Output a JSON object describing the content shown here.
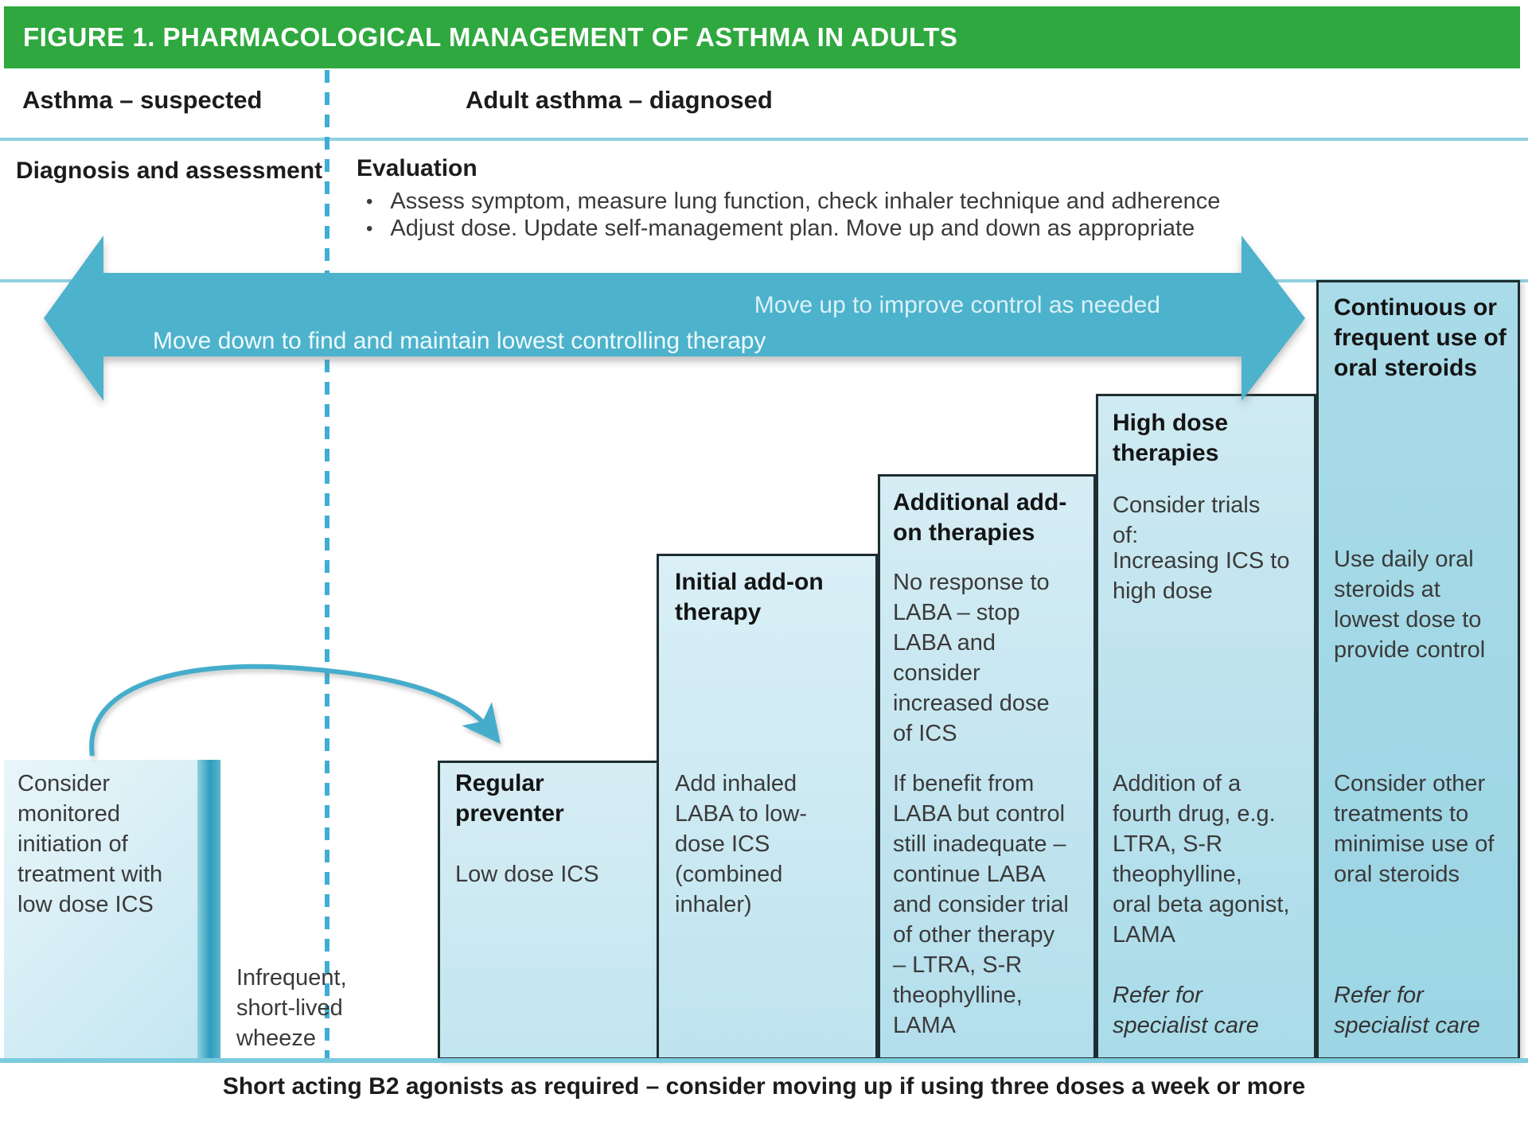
{
  "figure": {
    "title": "FIGURE 1. PHARMACOLOGICAL MANAGEMENT OF ASTHMA IN ADULTS"
  },
  "header": {
    "left": "Asthma – suspected",
    "right": "Adult asthma – diagnosed"
  },
  "evaluation": {
    "left_label": "Diagnosis and assessment",
    "right_label": "Evaluation",
    "bullet_char": "•",
    "bullets": [
      "Assess symptom, measure lung function, check inhaler technique and adherence",
      "Adjust dose. Update self-management plan. Move up and down as appropriate"
    ]
  },
  "arrow": {
    "up_label": "Move up to improve control as needed",
    "down_label": "Move down to find and maintain lowest controlling therapy"
  },
  "steps": {
    "step1": {
      "body": "Consider\nmonitored\ninitiation of\ntreatment with\nlow dose ICS",
      "note": "Infrequent,\nshort-lived\nwheeze"
    },
    "step2": {
      "title": "Regular\npreventer",
      "body": "Low dose ICS"
    },
    "step3": {
      "title": "Initial add-on\ntherapy",
      "body": "Add inhaled\nLABA to low-\ndose ICS\n(combined\ninhaler)"
    },
    "step4": {
      "title": "Additional add-\non therapies",
      "body1": "No response to\nLABA – stop\nLABA and\nconsider\nincreased dose\nof ICS",
      "body2": "If benefit from\nLABA but control\nstill inadequate –\ncontinue LABA\nand consider trial\nof other therapy\n– LTRA, S-R\ntheophylline,\nLAMA"
    },
    "step5": {
      "title": "High dose\ntherapies",
      "subtitle": "Consider trials\nof:",
      "body1": "Increasing ICS to\nhigh dose",
      "body2": "Addition of a\nfourth drug, e.g.\nLTRA, S-R\ntheophylline,\noral beta agonist,\nLAMA",
      "refer": "Refer for\nspecialist care"
    },
    "step6": {
      "title": "Continuous or\nfrequent use of\noral steroids",
      "body1": "Use daily oral\nsteroids at\nlowest dose to\nprovide control",
      "body2": "Consider other\ntreatments to\nminimise use of\noral steroids",
      "refer": "Refer for\nspecialist care"
    }
  },
  "footer": {
    "text": "Short acting B2 agonists as required – consider moving up if using three doses a week or more"
  },
  "colors": {
    "header_green": "#2fa83f",
    "arrow_teal": "#4db2cc",
    "dashed_teal": "#3fadd4",
    "row_border_teal": "#8fd0e0",
    "bottom_border_teal": "#7ccadd",
    "box_border": "#1d2d31",
    "panel_fill_light": "#d8eef5",
    "panel_fill_dark": "#9cd5e4",
    "stripe_teal": "#2e9dbe"
  }
}
